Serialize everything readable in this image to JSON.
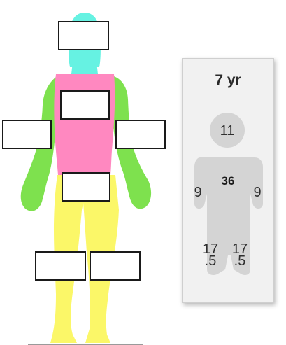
{
  "colors": {
    "head": "#66f2e2",
    "torso": "#ff88c0",
    "arms": "#7ee14e",
    "legs": "#fbf768",
    "outline": "#1a1a1a",
    "card_figure": "#d4d4d4",
    "card_background": "#f1f1f1"
  },
  "label_boxes": {
    "head": "",
    "chest": "",
    "left_arm": "",
    "right_arm": "",
    "abdomen": "",
    "left_leg": "",
    "right_leg": ""
  },
  "reference_card": {
    "age": "7 yr",
    "head": "11",
    "trunk": "36",
    "left_arm": "9",
    "right_arm": "9",
    "left_leg": [
      "17",
      ".5"
    ],
    "right_leg": [
      "17",
      ".5"
    ]
  }
}
